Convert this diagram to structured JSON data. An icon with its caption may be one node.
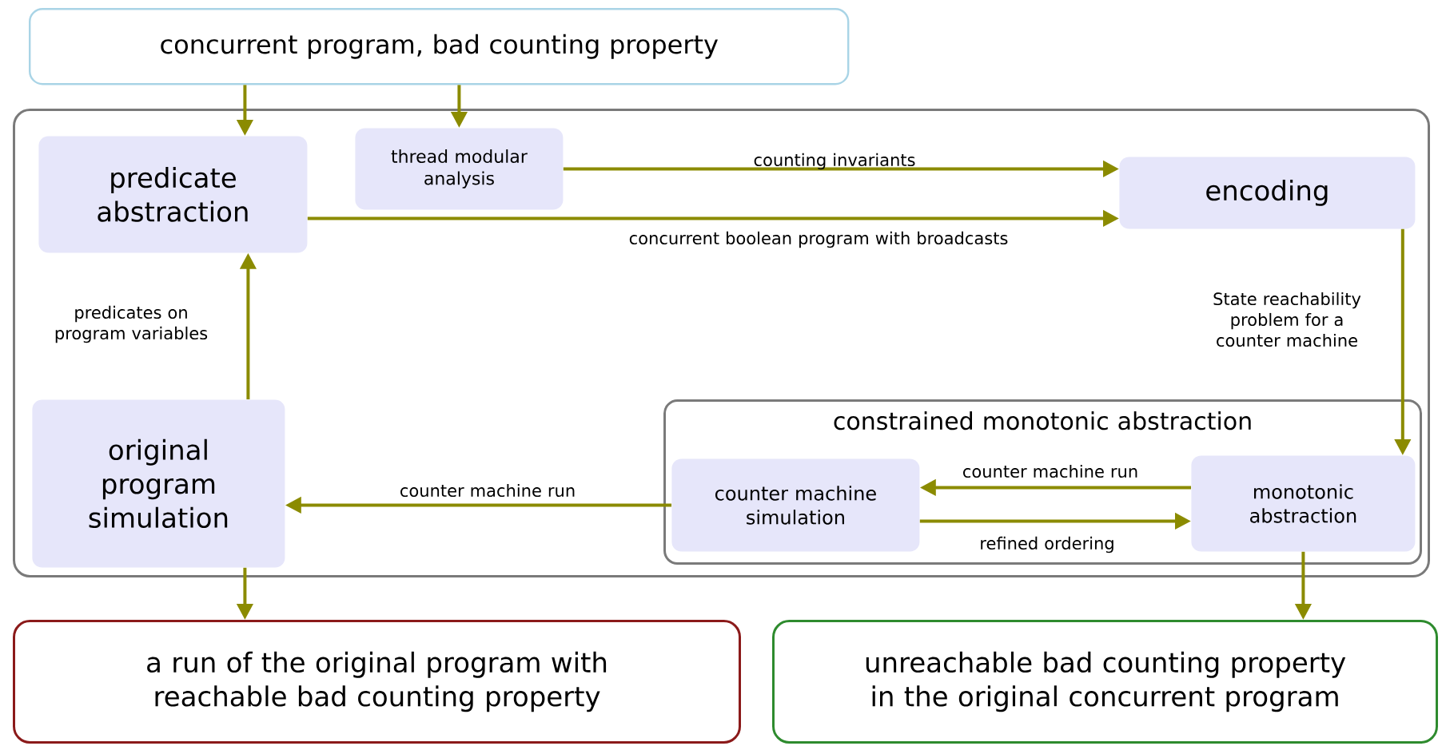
{
  "diagram": {
    "nodes": [
      {
        "text": [
          "concurrent program, bad counting property"
        ]
      },
      {
        "text": [],
        "shape": "box"
      },
      {
        "text": [
          "predicate abstraction"
        ],
        "in": 1
      },
      {
        "text": [
          "thread modular analysis"
        ],
        "in": 1
      },
      {
        "text": [
          "encoding"
        ],
        "in": 1
      },
      {
        "text": [
          "original program simulation"
        ],
        "in": 1
      },
      {
        "text": [
          "constrained monotonic abstraction"
        ],
        "in": 1
      },
      {
        "text": [
          "counter machine simulation"
        ],
        "in": 6
      },
      {
        "text": [
          "monotonic abstraction"
        ],
        "in": 6
      },
      {
        "text": [
          "a run of the original  program with reachable bad counting property"
        ]
      },
      {
        "text": [
          "unreachable bad counting property in the original concurrent program"
        ]
      }
    ],
    "edges": [
      {
        "from": 0,
        "to": 2,
        "arrow": "to"
      },
      {
        "from": 0,
        "to": 3,
        "arrow": "to"
      },
      {
        "from": 3,
        "to": 4,
        "arrow": "to",
        "label": "counting invariants"
      },
      {
        "from": 2,
        "to": 4,
        "arrow": "to",
        "label": "concurrent boolean program with broadcasts"
      },
      {
        "from": 4,
        "to": 8,
        "arrow": "to",
        "label": "State reachability problem for a counter machine"
      },
      {
        "from": 8,
        "to": 7,
        "arrow": "to",
        "label": "counter machine run"
      },
      {
        "from": 7,
        "to": 8,
        "arrow": "to",
        "label": "refined ordering"
      },
      {
        "from": 7,
        "to": 5,
        "arrow": "to",
        "label": "counter machine run"
      },
      {
        "from": 5,
        "to": 2,
        "arrow": "to",
        "label": "predicates on program variables"
      },
      {
        "from": 5,
        "to": 9,
        "arrow": "to"
      },
      {
        "from": 8,
        "to": 10,
        "arrow": "to"
      }
    ]
  }
}
